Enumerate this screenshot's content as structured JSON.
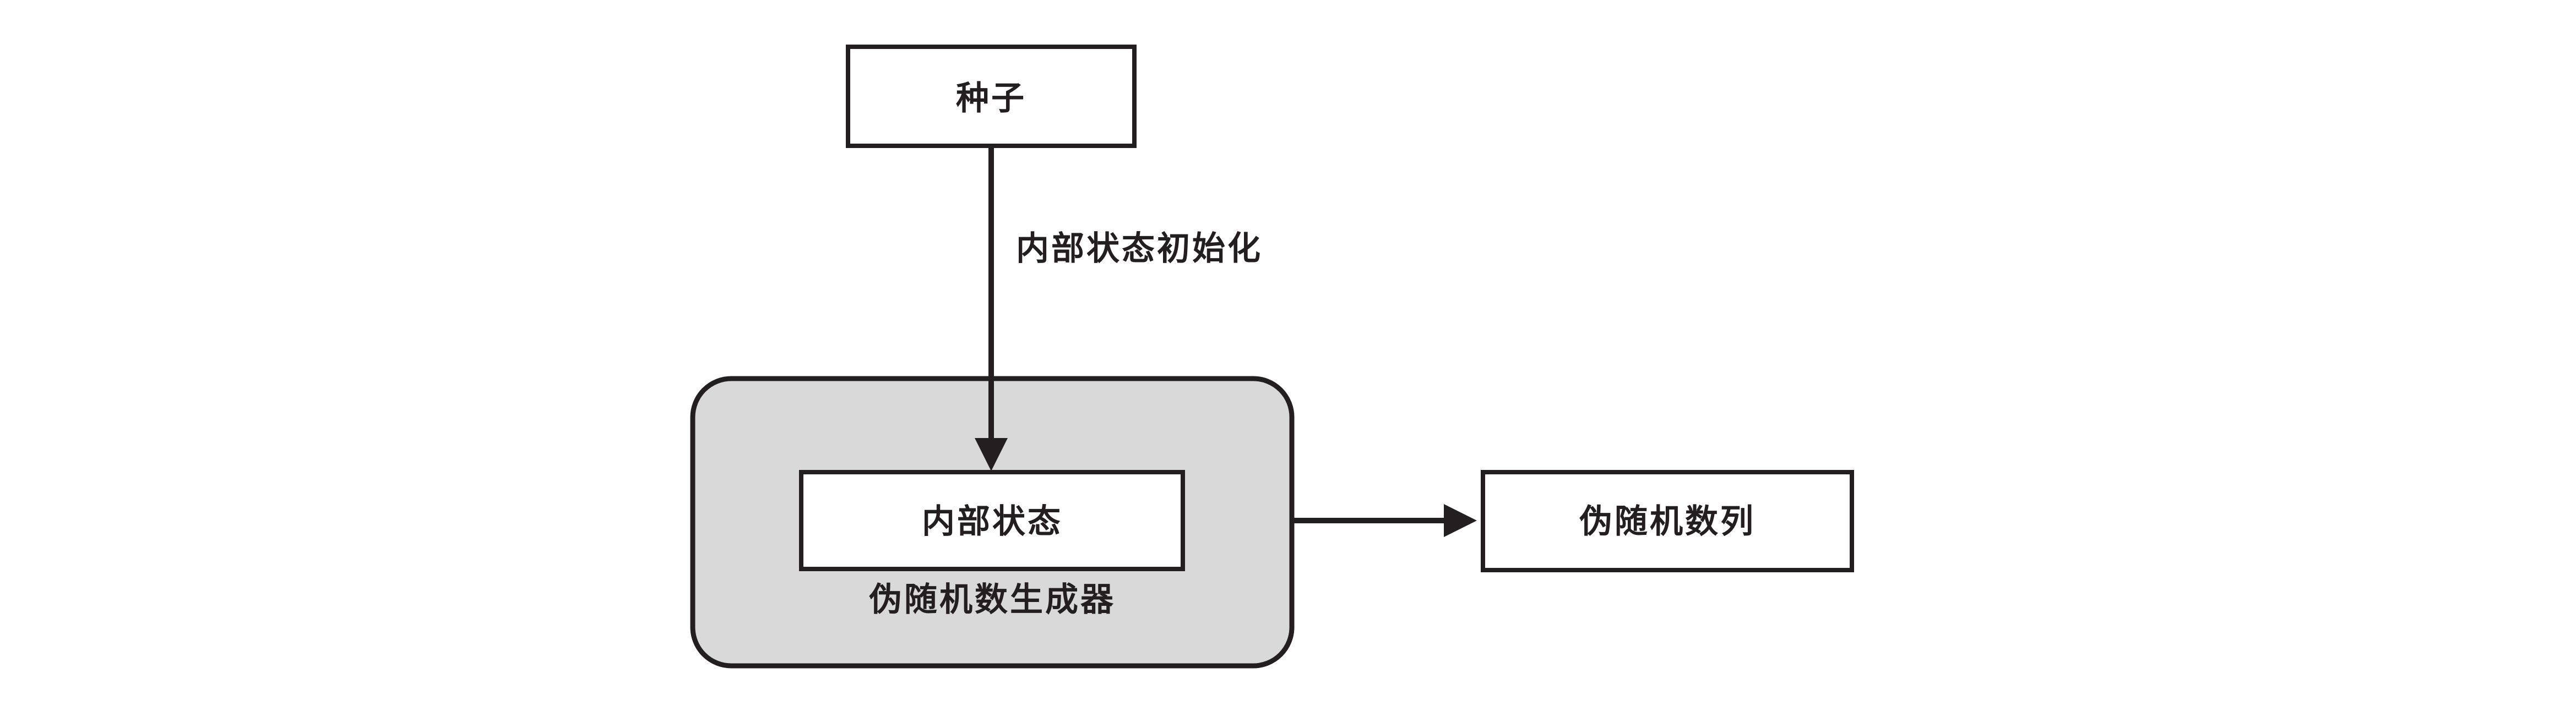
{
  "diagram": {
    "seed_label": "种子",
    "init_edge_label": "内部状态初始化",
    "internal_state_label": "内部状态",
    "generator_label": "伪随机数生成器",
    "output_label": "伪随机数列"
  },
  "colors": {
    "stroke": "#231f20",
    "generator_fill": "#d9d9d9",
    "box_fill": "#ffffff"
  }
}
